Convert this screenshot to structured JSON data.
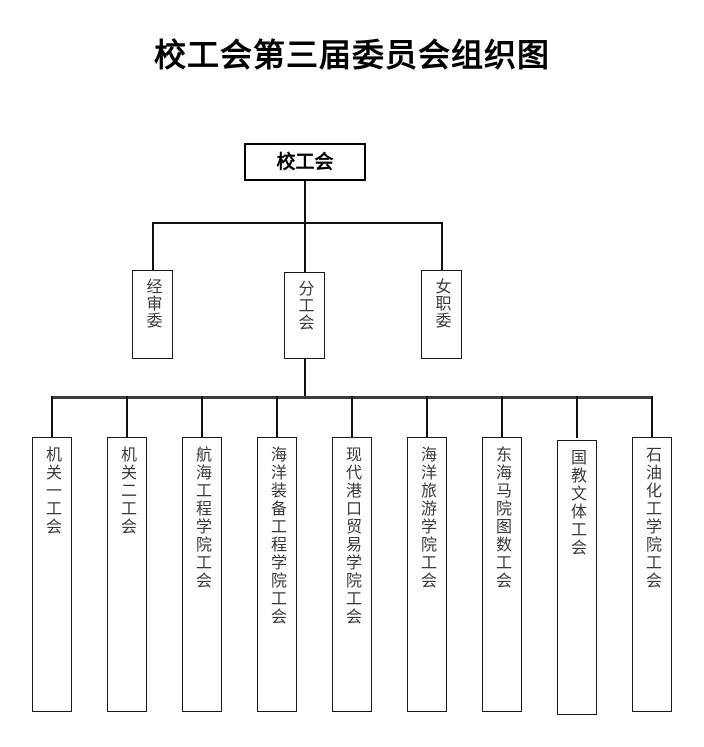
{
  "diagram": {
    "title": "校工会第三届委员会组织图",
    "type": "organizational-chart",
    "root": {
      "id": "school-union",
      "label": "校工会"
    },
    "level2": [
      {
        "id": "audit-committee",
        "label": "经审委"
      },
      {
        "id": "branch-union",
        "label": "分工会"
      },
      {
        "id": "women-committee",
        "label": "女职委"
      }
    ],
    "level3_parent": "分工会",
    "level3": [
      {
        "id": "admin-union-1",
        "label": "机关一工会"
      },
      {
        "id": "admin-union-2",
        "label": "机关二工会"
      },
      {
        "id": "navigation-engineering",
        "label": "航海工程学院工会"
      },
      {
        "id": "marine-equipment",
        "label": "海洋装备工程学院工会"
      },
      {
        "id": "modern-port-trade",
        "label": "现代港口贸易学院工会"
      },
      {
        "id": "marine-tourism",
        "label": "海洋旅游学院工会"
      },
      {
        "id": "donghai-marxism-lib-math",
        "label": "东海马院图数工会"
      },
      {
        "id": "intl-edu-culture-sports",
        "label": "国教文体工会"
      },
      {
        "id": "petrochemical",
        "label": "石油化工学院工会"
      }
    ]
  },
  "colors": {
    "background": "#ffffff",
    "border": "#1a1a1a",
    "line": "#111111",
    "title_text": "#000000",
    "node_text": "#3a3a3a"
  }
}
